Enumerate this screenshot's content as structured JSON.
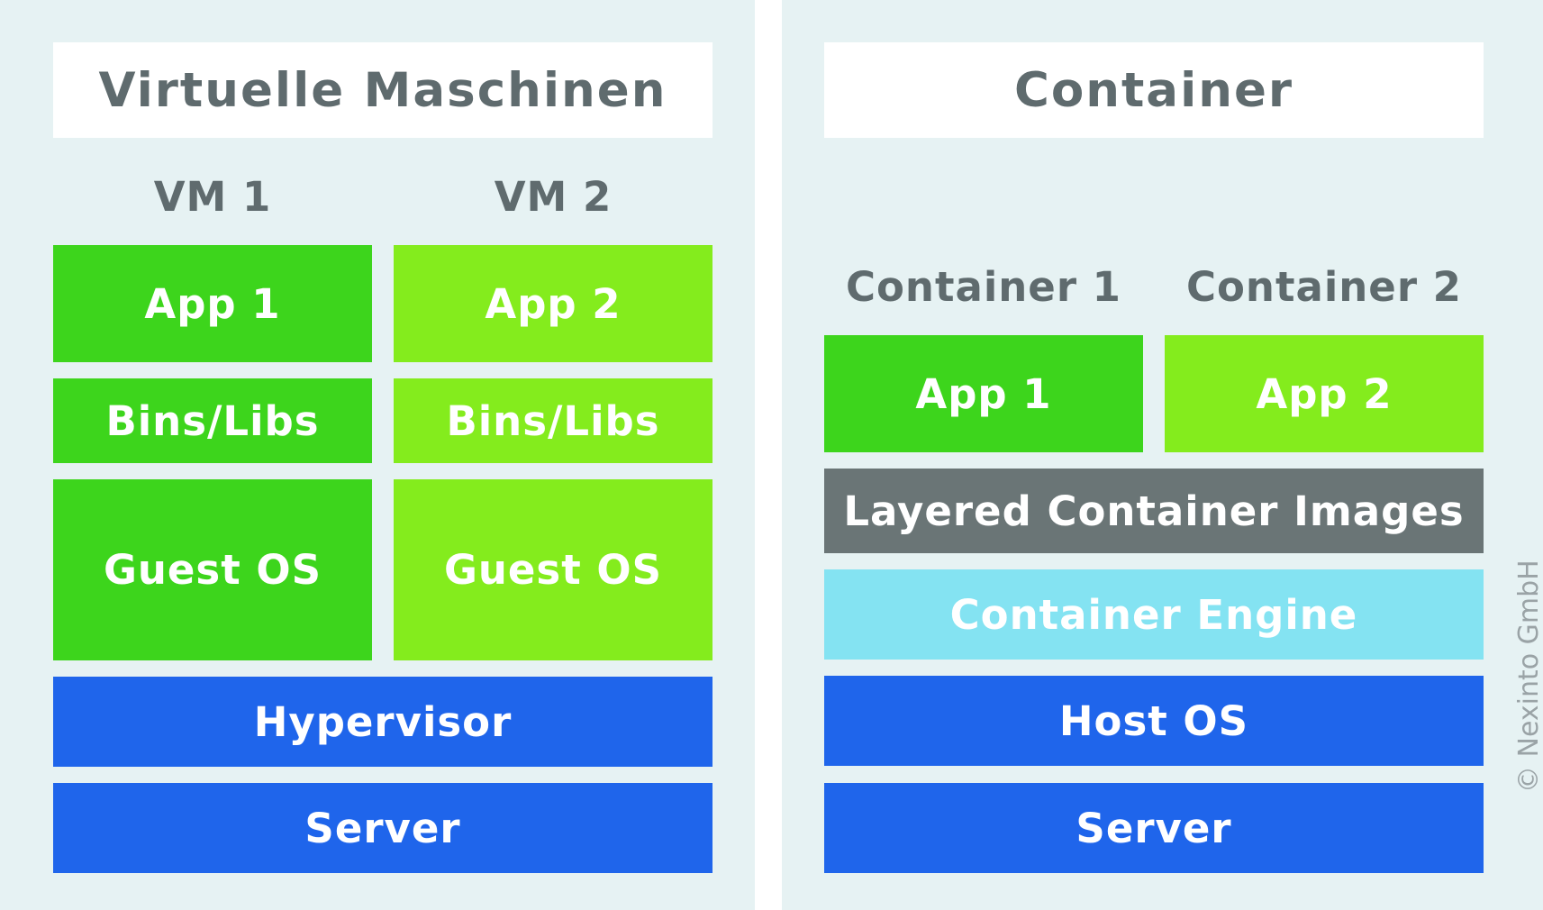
{
  "colors": {
    "background_panel": "#e6f2f3",
    "dark_green": "#3dd51c",
    "light_green": "#84ec1d",
    "blue": "#1f65eb",
    "gray": "#6a7576",
    "light_blue": "#84e3f2",
    "label_text": "#5f6b6e"
  },
  "virtual_machines": {
    "title": "Virtuelle Maschinen",
    "vm1": {
      "label": "VM 1",
      "app": "App 1",
      "bins": "Bins/Libs",
      "guest_os": "Guest OS"
    },
    "vm2": {
      "label": "VM 2",
      "app": "App 2",
      "bins": "Bins/Libs",
      "guest_os": "Guest OS"
    },
    "hypervisor": "Hypervisor",
    "server": "Server"
  },
  "containers": {
    "title": "Container",
    "container1": {
      "label": "Container 1",
      "app": "App 1"
    },
    "container2": {
      "label": "Container 2",
      "app": "App 2"
    },
    "layered_images": "Layered Container Images",
    "engine": "Container Engine",
    "host_os": "Host OS",
    "server": "Server"
  },
  "copyright": "© Nexinto GmbH"
}
